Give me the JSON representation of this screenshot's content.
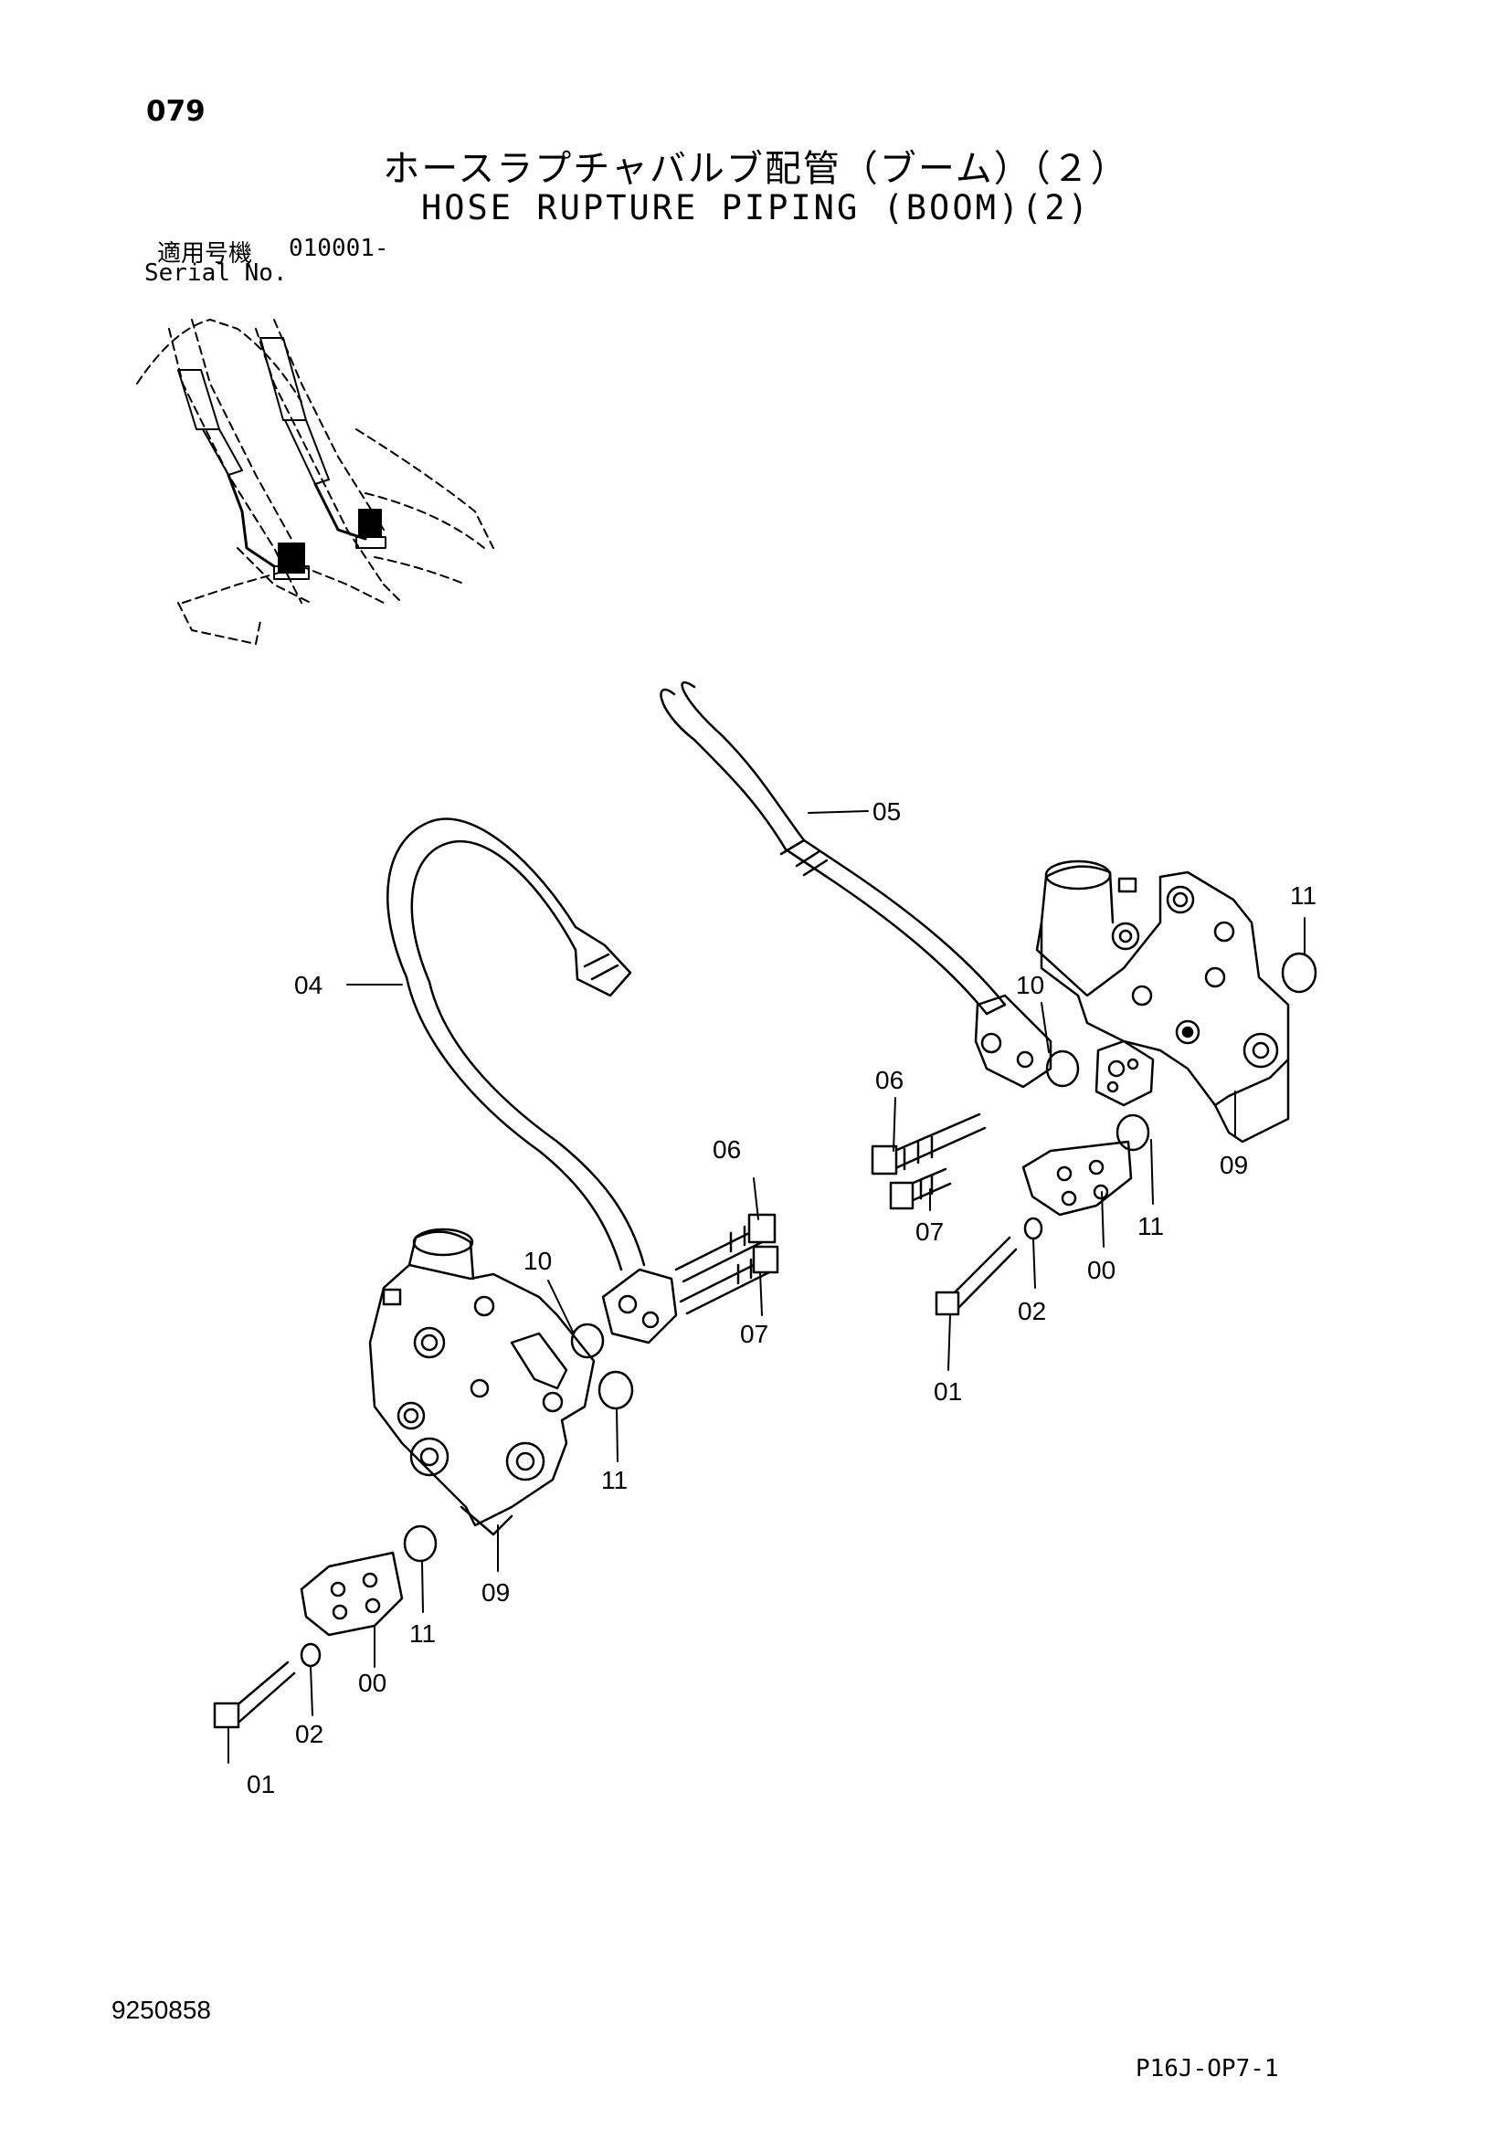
{
  "header": {
    "page_number": "079",
    "title_jp": "ホースラプチャバルブ配管（ブーム）（２）",
    "title_en": "HOSE RUPTURE PIPING (BOOM)(2)",
    "serial_label_jp": "適用号機",
    "serial_value": "010001-",
    "serial_label_en": "Serial No."
  },
  "diagram": {
    "callouts": {
      "c05": "05",
      "c04": "04",
      "c11a": "11",
      "c10a": "10",
      "c06a": "06",
      "c07a": "07",
      "c09a": "09",
      "c11b": "11",
      "c00a": "00",
      "c02a": "02",
      "c01a": "01",
      "c06b": "06",
      "c10b": "10",
      "c07b": "07",
      "c11c": "11",
      "c09b": "09",
      "c11d": "11",
      "c00b": "00",
      "c02b": "02",
      "c01b": "01"
    }
  },
  "footer": {
    "document_number": "9250858",
    "page_code": "P16J-OP7-1"
  }
}
